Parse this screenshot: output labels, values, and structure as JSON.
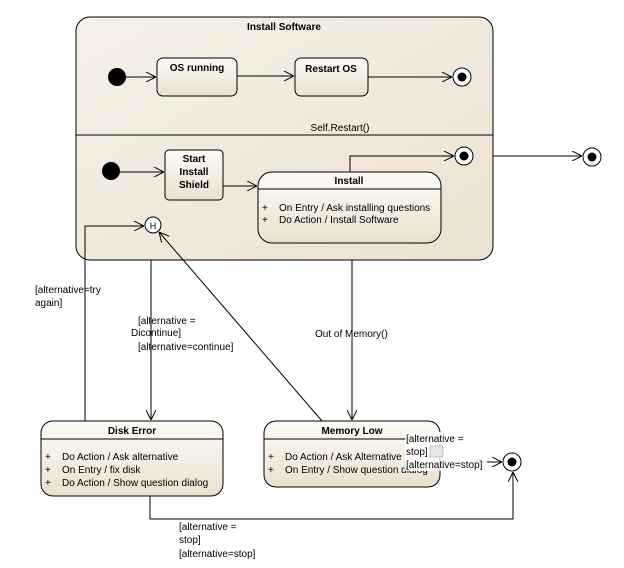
{
  "composite": {
    "title": "Install Software",
    "region_label": "Self.Restart()"
  },
  "states": {
    "os_running": "OS running",
    "restart_os": "Restart OS",
    "start_install_shield": [
      "Start",
      "Install",
      "Shield"
    ],
    "install": {
      "title": "Install",
      "activities": [
        "On Entry / Ask installing questions",
        "Do Action / Install Software"
      ]
    },
    "disk_error": {
      "title": "Disk Error",
      "activities": [
        "Do Action / Ask alternative",
        "On Entry / fix disk",
        "Do Action / Show question dialog"
      ]
    },
    "memory_low": {
      "title": "Memory Low",
      "activities": [
        "Do Action / Ask Alternative",
        "On Entry / Show question dialog"
      ]
    }
  },
  "history": {
    "symbol": "H"
  },
  "activity_marker": "+",
  "transitions": {
    "retry": [
      "[alternative=try",
      "again]"
    ],
    "discontinue": [
      "[alternative =",
      "Dicontinue]",
      "[alternative=continue]"
    ],
    "out_of_memory": "Out of Memory()",
    "memory_stop": [
      "[alternative =",
      "stop]",
      "[alternative=stop]"
    ],
    "disk_stop": [
      "[alternative =",
      "stop]",
      "[alternative=stop]"
    ]
  },
  "colors": {
    "state_fill_top": "#fdfbf7",
    "state_fill_bottom": "#ece1d0",
    "line": "#000000"
  }
}
